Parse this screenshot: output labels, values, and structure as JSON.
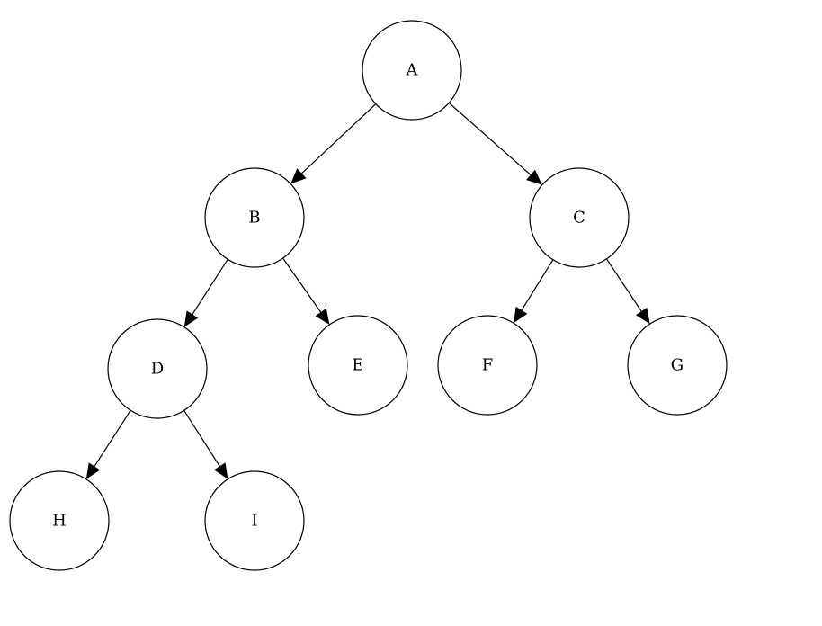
{
  "diagram": {
    "type": "binary-tree",
    "colors": {
      "stroke": "#000000",
      "fill": "#ffffff",
      "text": "#000000"
    },
    "nodes": [
      {
        "id": "A",
        "label": "A"
      },
      {
        "id": "B",
        "label": "B"
      },
      {
        "id": "C",
        "label": "C"
      },
      {
        "id": "D",
        "label": "D"
      },
      {
        "id": "E",
        "label": "E"
      },
      {
        "id": "F",
        "label": "F"
      },
      {
        "id": "G",
        "label": "G"
      },
      {
        "id": "H",
        "label": "H"
      },
      {
        "id": "I",
        "label": "I"
      }
    ],
    "edges": [
      {
        "from": "A",
        "to": "B"
      },
      {
        "from": "A",
        "to": "C"
      },
      {
        "from": "B",
        "to": "D"
      },
      {
        "from": "B",
        "to": "E"
      },
      {
        "from": "C",
        "to": "F"
      },
      {
        "from": "C",
        "to": "G"
      },
      {
        "from": "D",
        "to": "H"
      },
      {
        "from": "D",
        "to": "I"
      }
    ]
  }
}
